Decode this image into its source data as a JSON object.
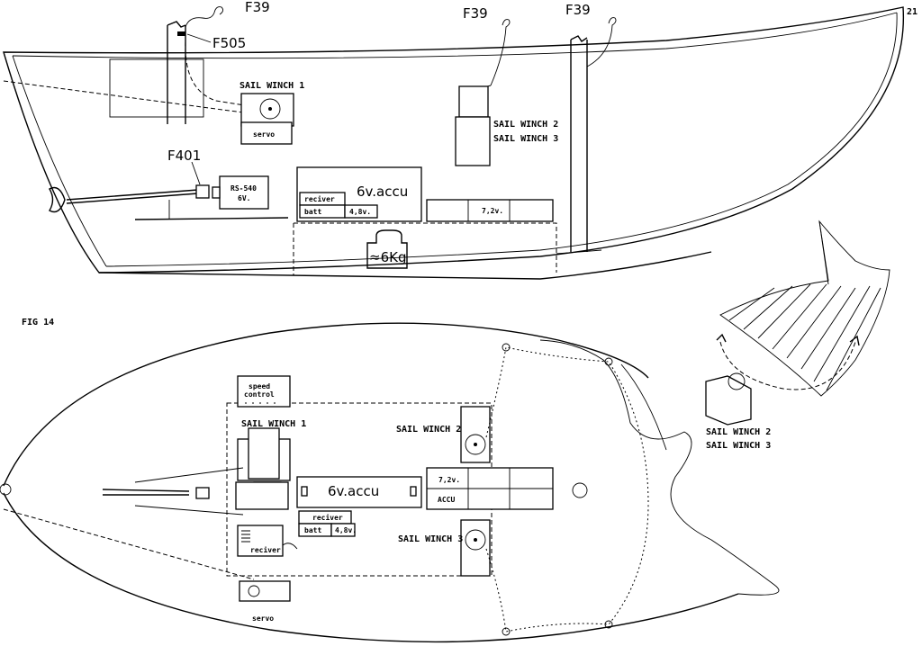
{
  "figure_label": "FIG 14",
  "page_number": "21",
  "side_view": {
    "callouts": {
      "f39_a": "F39",
      "f39_b": "F39",
      "f39_c": "F39",
      "f505": "F505",
      "f401": "F401"
    },
    "sail_winch_1": "SAIL WINCH 1",
    "servo": "servo",
    "sail_winch_2": "SAIL WINCH 2",
    "sail_winch_3": "SAIL WINCH 3",
    "motor_line1": "RS-540",
    "motor_line2": "6V.",
    "receiver": "reciver",
    "batt": "batt",
    "batt_voltage": "4,8v.",
    "main_battery": "6v.accu",
    "pack_voltage": "7,2v.",
    "ballast": "≈6Kg"
  },
  "top_view": {
    "speed_control_line1": "speed",
    "speed_control_line2": "control",
    "sail_winch_1": "SAIL WINCH 1",
    "sail_winch_2": "SAIL WINCH 2",
    "sail_winch_3": "SAIL WINCH 3",
    "main_battery": "6v.accu",
    "pack_voltage": "7,2v.",
    "pack_label": "ACCU",
    "receiver": "reciver",
    "batt": "batt",
    "batt_voltage": "4,8v.",
    "receiver_unit": "reciver",
    "servo": "servo"
  },
  "detail_view": {
    "sail_winch_2": "SAIL WINCH 2",
    "sail_winch_3": "SAIL WINCH 3"
  }
}
